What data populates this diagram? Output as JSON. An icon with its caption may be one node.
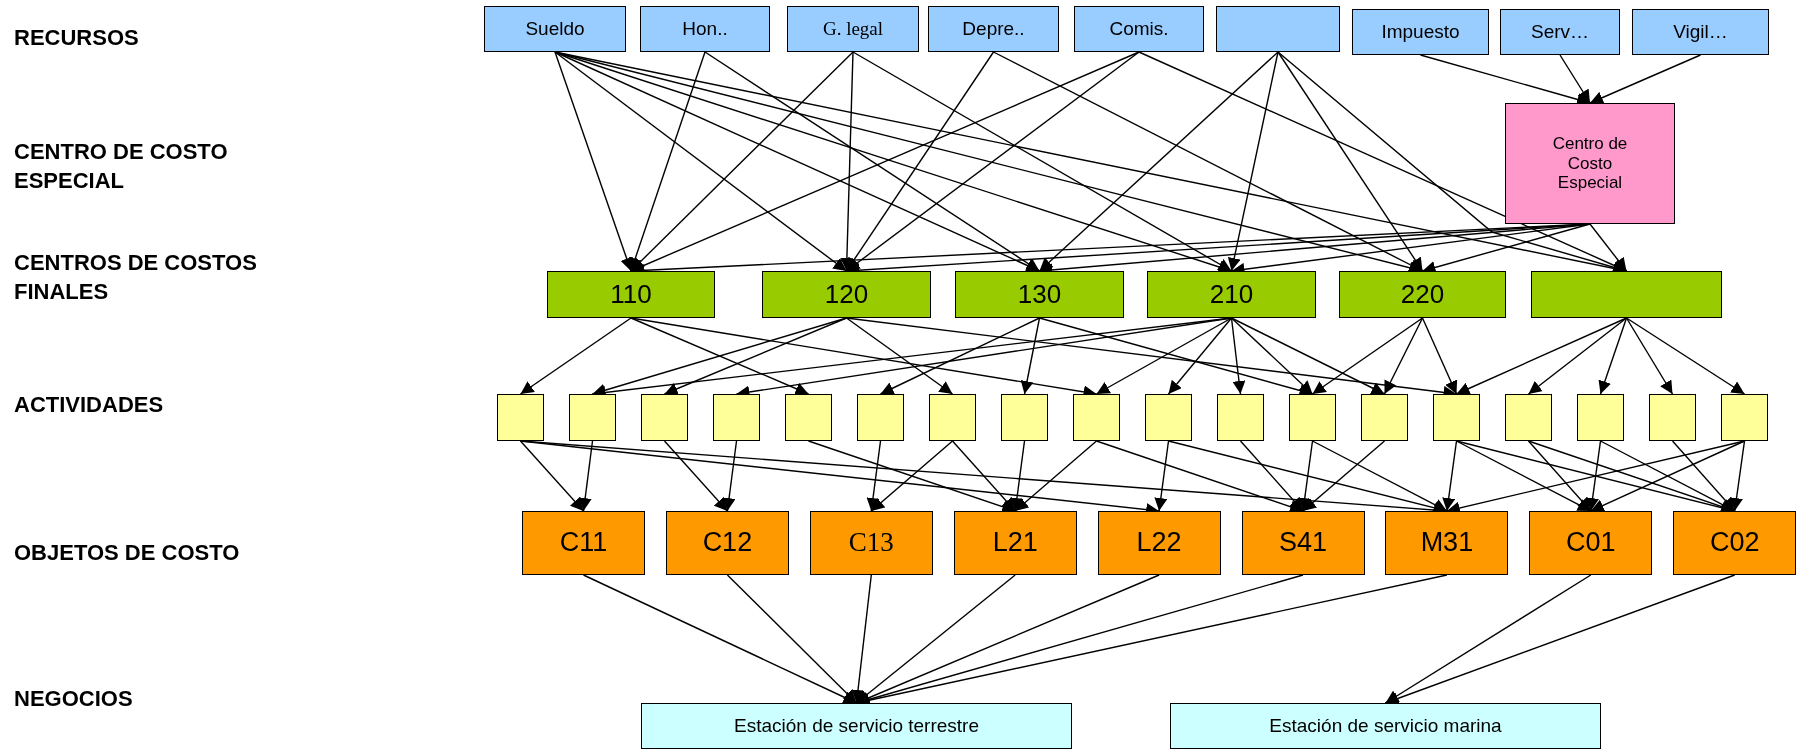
{
  "diagram": {
    "nodes": [
      {
        "text": [
          "Sueldo"
        ]
      },
      {
        "text": [
          "Hon.."
        ]
      },
      {
        "text": [
          "G. legal"
        ]
      },
      {
        "text": [
          "Depre.."
        ]
      },
      {
        "text": [
          "Comis."
        ]
      },
      {
        "text": [],
        "shape": "box"
      },
      {
        "text": [
          "Impuesto"
        ]
      },
      {
        "text": [
          "Serv…"
        ]
      },
      {
        "text": [
          "Vigil…"
        ]
      },
      {
        "text": [
          "Centro de Costo Especial"
        ]
      },
      {
        "text": [
          "110"
        ]
      },
      {
        "text": [
          "120"
        ]
      },
      {
        "text": [
          "130"
        ]
      },
      {
        "text": [
          "210"
        ]
      },
      {
        "text": [
          "220"
        ]
      },
      {
        "text": [],
        "shape": "box"
      },
      {
        "text": [],
        "shape": "box"
      },
      {
        "text": [],
        "shape": "box"
      },
      {
        "text": [],
        "shape": "box"
      },
      {
        "text": [],
        "shape": "box"
      },
      {
        "text": [],
        "shape": "box"
      },
      {
        "text": [],
        "shape": "box"
      },
      {
        "text": [],
        "shape": "box"
      },
      {
        "text": [],
        "shape": "box"
      },
      {
        "text": [],
        "shape": "box"
      },
      {
        "text": [],
        "shape": "box"
      },
      {
        "text": [],
        "shape": "box"
      },
      {
        "text": [],
        "shape": "box"
      },
      {
        "text": [],
        "shape": "box"
      },
      {
        "text": [],
        "shape": "box"
      },
      {
        "text": [],
        "shape": "box"
      },
      {
        "text": [],
        "shape": "box"
      },
      {
        "text": [],
        "shape": "box"
      },
      {
        "text": [],
        "shape": "box"
      },
      {
        "text": [
          "C11"
        ]
      },
      {
        "text": [
          "C12"
        ]
      },
      {
        "text": [
          "C13"
        ]
      },
      {
        "text": [
          "L21"
        ]
      },
      {
        "text": [
          "L22"
        ]
      },
      {
        "text": [
          "S41"
        ]
      },
      {
        "text": [
          "M31"
        ]
      },
      {
        "text": [
          "C01"
        ]
      },
      {
        "text": [
          "C02"
        ]
      },
      {
        "text": [
          "Estación de servicio terrestre"
        ]
      },
      {
        "text": [
          "Estación de servicio marina"
        ]
      }
    ],
    "edges": [
      {
        "from": 0,
        "to": 10,
        "arrow": "to"
      },
      {
        "from": 0,
        "to": 11,
        "arrow": "to"
      },
      {
        "from": 0,
        "to": 12,
        "arrow": "to"
      },
      {
        "from": 0,
        "to": 13,
        "arrow": "to"
      },
      {
        "from": 0,
        "to": 14,
        "arrow": "to"
      },
      {
        "from": 0,
        "to": 15,
        "arrow": "to"
      },
      {
        "from": 1,
        "to": 10,
        "arrow": "to"
      },
      {
        "from": 1,
        "to": 12,
        "arrow": "to"
      },
      {
        "from": 2,
        "to": 10,
        "arrow": "to"
      },
      {
        "from": 2,
        "to": 11,
        "arrow": "to"
      },
      {
        "from": 2,
        "to": 13,
        "arrow": "to"
      },
      {
        "from": 3,
        "to": 11,
        "arrow": "to"
      },
      {
        "from": 3,
        "to": 14,
        "arrow": "to"
      },
      {
        "from": 4,
        "to": 10,
        "arrow": "to"
      },
      {
        "from": 4,
        "to": 11,
        "arrow": "to"
      },
      {
        "from": 4,
        "to": 15,
        "arrow": "to"
      },
      {
        "from": 5,
        "to": 12,
        "arrow": "to"
      },
      {
        "from": 5,
        "to": 13,
        "arrow": "to"
      },
      {
        "from": 5,
        "to": 14,
        "arrow": "to"
      },
      {
        "from": 5,
        "to": 15,
        "arrow": "to"
      },
      {
        "from": 6,
        "to": 9,
        "arrow": "to"
      },
      {
        "from": 7,
        "to": 9,
        "arrow": "to"
      },
      {
        "from": 8,
        "to": 9,
        "arrow": "to"
      },
      {
        "from": 9,
        "to": 10,
        "arrow": "to"
      },
      {
        "from": 9,
        "to": 11,
        "arrow": "to"
      },
      {
        "from": 9,
        "to": 12,
        "arrow": "to"
      },
      {
        "from": 9,
        "to": 13,
        "arrow": "to"
      },
      {
        "from": 9,
        "to": 14,
        "arrow": "to"
      },
      {
        "from": 9,
        "to": 15,
        "arrow": "to"
      },
      {
        "from": 10,
        "to": 16,
        "arrow": "to"
      },
      {
        "from": 10,
        "to": 20,
        "arrow": "to"
      },
      {
        "from": 10,
        "to": 24,
        "arrow": "to"
      },
      {
        "from": 11,
        "to": 17,
        "arrow": "to"
      },
      {
        "from": 11,
        "to": 18,
        "arrow": "to"
      },
      {
        "from": 11,
        "to": 22,
        "arrow": "to"
      },
      {
        "from": 11,
        "to": 29,
        "arrow": "to"
      },
      {
        "from": 12,
        "to": 21,
        "arrow": "to"
      },
      {
        "from": 12,
        "to": 23,
        "arrow": "to"
      },
      {
        "from": 12,
        "to": 27,
        "arrow": "to"
      },
      {
        "from": 13,
        "to": 17,
        "arrow": "to"
      },
      {
        "from": 13,
        "to": 19,
        "arrow": "to"
      },
      {
        "from": 13,
        "to": 24,
        "arrow": "to"
      },
      {
        "from": 13,
        "to": 25,
        "arrow": "to"
      },
      {
        "from": 13,
        "to": 26,
        "arrow": "to"
      },
      {
        "from": 13,
        "to": 27,
        "arrow": "to"
      },
      {
        "from": 13,
        "to": 28,
        "arrow": "to"
      },
      {
        "from": 14,
        "to": 27,
        "arrow": "to"
      },
      {
        "from": 14,
        "to": 28,
        "arrow": "to"
      },
      {
        "from": 14,
        "to": 29,
        "arrow": "to"
      },
      {
        "from": 15,
        "to": 29,
        "arrow": "to"
      },
      {
        "from": 15,
        "to": 30,
        "arrow": "to"
      },
      {
        "from": 15,
        "to": 31,
        "arrow": "to"
      },
      {
        "from": 15,
        "to": 32,
        "arrow": "to"
      },
      {
        "from": 15,
        "to": 33,
        "arrow": "to"
      },
      {
        "from": 16,
        "to": 34,
        "arrow": "to"
      },
      {
        "from": 16,
        "to": 38,
        "arrow": "to"
      },
      {
        "from": 16,
        "to": 40,
        "arrow": "to"
      },
      {
        "from": 17,
        "to": 34,
        "arrow": "to"
      },
      {
        "from": 18,
        "to": 35,
        "arrow": "to"
      },
      {
        "from": 19,
        "to": 35,
        "arrow": "to"
      },
      {
        "from": 20,
        "to": 37,
        "arrow": "to"
      },
      {
        "from": 21,
        "to": 36,
        "arrow": "to"
      },
      {
        "from": 22,
        "to": 36,
        "arrow": "to"
      },
      {
        "from": 22,
        "to": 37,
        "arrow": "to"
      },
      {
        "from": 23,
        "to": 37,
        "arrow": "to"
      },
      {
        "from": 24,
        "to": 37,
        "arrow": "to"
      },
      {
        "from": 24,
        "to": 39,
        "arrow": "to"
      },
      {
        "from": 25,
        "to": 38,
        "arrow": "to"
      },
      {
        "from": 25,
        "to": 40,
        "arrow": "to"
      },
      {
        "from": 26,
        "to": 39,
        "arrow": "to"
      },
      {
        "from": 27,
        "to": 39,
        "arrow": "to"
      },
      {
        "from": 27,
        "to": 40,
        "arrow": "to"
      },
      {
        "from": 28,
        "to": 39,
        "arrow": "to"
      },
      {
        "from": 29,
        "to": 40,
        "arrow": "to"
      },
      {
        "from": 29,
        "to": 41,
        "arrow": "to"
      },
      {
        "from": 29,
        "to": 42,
        "arrow": "to"
      },
      {
        "from": 30,
        "to": 41,
        "arrow": "to"
      },
      {
        "from": 30,
        "to": 42,
        "arrow": "to"
      },
      {
        "from": 31,
        "to": 41,
        "arrow": "to"
      },
      {
        "from": 31,
        "to": 42,
        "arrow": "to"
      },
      {
        "from": 32,
        "to": 42,
        "arrow": "to"
      },
      {
        "from": 33,
        "to": 40,
        "arrow": "to"
      },
      {
        "from": 33,
        "to": 41,
        "arrow": "to"
      },
      {
        "from": 33,
        "to": 42,
        "arrow": "to"
      },
      {
        "from": 34,
        "to": 43,
        "arrow": "to"
      },
      {
        "from": 35,
        "to": 43,
        "arrow": "to"
      },
      {
        "from": 36,
        "to": 43,
        "arrow": "to"
      },
      {
        "from": 37,
        "to": 43,
        "arrow": "to"
      },
      {
        "from": 38,
        "to": 43,
        "arrow": "to"
      },
      {
        "from": 39,
        "to": 43,
        "arrow": "to"
      },
      {
        "from": 40,
        "to": 43,
        "arrow": "to"
      },
      {
        "from": 41,
        "to": 44,
        "arrow": "to"
      },
      {
        "from": 42,
        "to": 44,
        "arrow": "to"
      }
    ],
    "labels": [
      "RECURSOS",
      "CENTRO DE COSTO ESPECIAL",
      "CENTROS DE COSTOS FINALES",
      "ACTIVIDADES",
      "OBJETOS DE COSTO",
      "NEGOCIOS"
    ]
  }
}
